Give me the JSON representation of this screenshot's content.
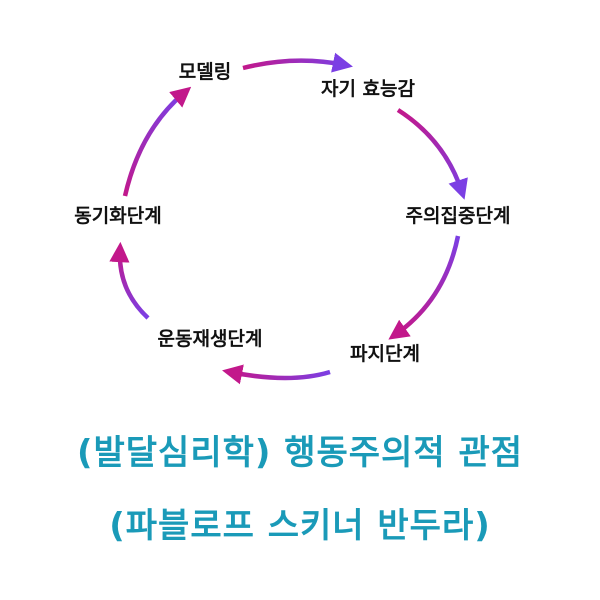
{
  "diagram": {
    "type": "cycle",
    "nodes": [
      "모델링",
      "자기 효능감",
      "주의집중단계",
      "파지단계",
      "운동재생단계",
      "동기화단계"
    ],
    "arrow_colors": {
      "start": "#c2188b",
      "end": "#7b3fe4"
    }
  },
  "caption": {
    "line1": "(발달심리학) 행동주의적 관점",
    "line2": "(파블로프 스키너 반두라)",
    "color": "#1a9ab8"
  }
}
